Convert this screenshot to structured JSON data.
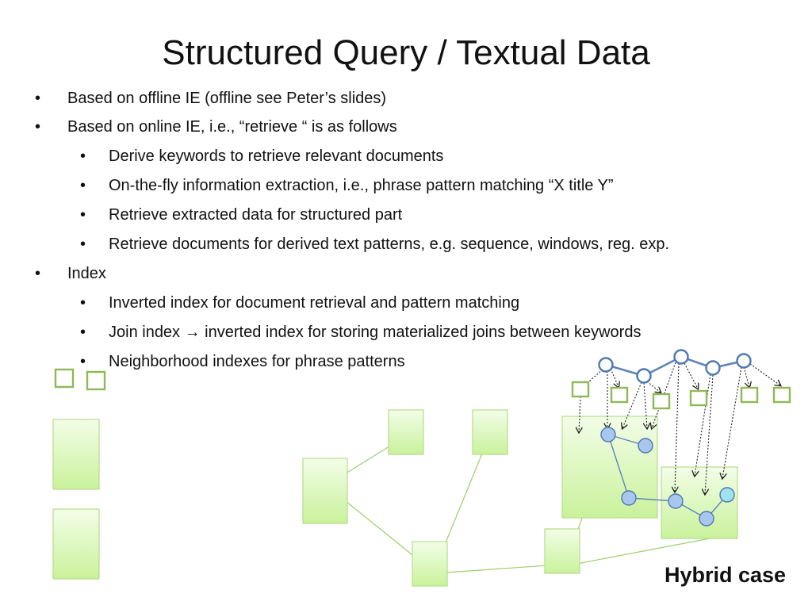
{
  "slide": {
    "title": "Structured Query / Textual Data",
    "bullets": [
      {
        "text": "Based on offline IE (offline see Peter’s slides)",
        "level": 1
      },
      {
        "text": "Based on online IE, i.e., “retrieve “ is as follows",
        "level": 1
      },
      {
        "text": "Derive keywords to retrieve relevant documents",
        "level": 2
      },
      {
        "text": "On-the-fly information extraction, i.e., phrase pattern matching  “X title Y”",
        "level": 2
      },
      {
        "text": "Retrieve extracted data for structured part",
        "level": 2
      },
      {
        "text": "Retrieve documents for derived text patterns, e.g. sequence, windows, reg. exp.",
        "level": 2
      },
      {
        "text": "Index",
        "level": 1
      },
      {
        "text": "Inverted index for document retrieval and pattern matching",
        "level": 2
      },
      {
        "text": "Join index → inverted index for storing materialized  joins between keywords",
        "level": 2
      },
      {
        "text": "Neighborhood indexes for phrase patterns",
        "level": 2
      }
    ],
    "bullet_symbol": "•",
    "caption": "Hybrid case"
  },
  "colors": {
    "box_fill_top": "#f3fde8",
    "box_fill_bottom": "#c9f29b",
    "box_stroke": "#b7dd8c",
    "square_stroke": "#8fb856",
    "graph_line": "#5d84b8",
    "node_fill": "#a9c7ee",
    "node_highlight": "#9fe2f0"
  }
}
